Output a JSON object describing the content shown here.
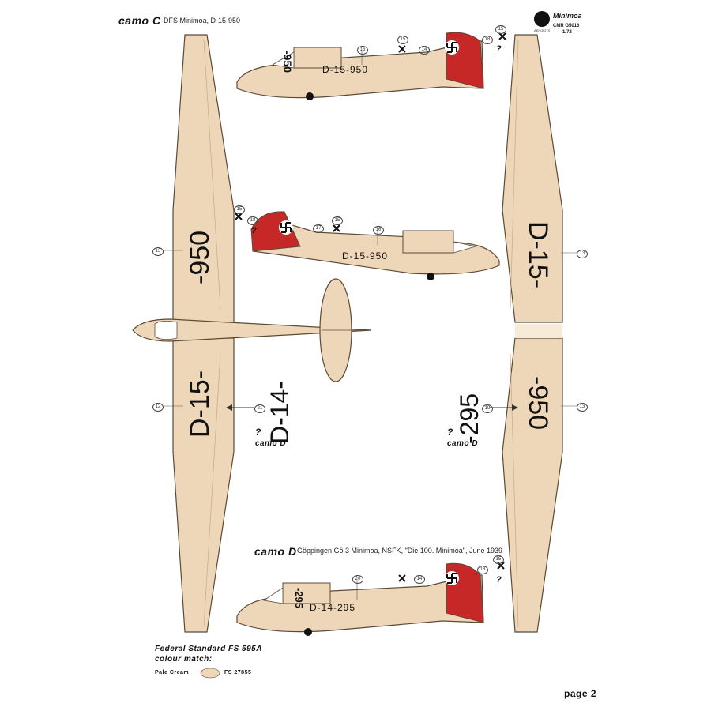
{
  "colors": {
    "cream": "#eed7b8",
    "cream_dark": "#c9ae8c",
    "outline": "#5c4a38",
    "red": "#c62828",
    "black": "#111111"
  },
  "header": {
    "camo_c": "camo C",
    "camo_c_desc": "DFS Minimoa, D-15-950",
    "brand_name": "Minimoa",
    "brand_code": "CMR G5016",
    "brand_scale": "1/72",
    "brand_sub": "AEROKITS"
  },
  "camo_d": {
    "label": "camo D",
    "desc": "Göppingen Gö 3 Minimoa, NSFK, \"Die 100. Minimoa\", June 1939"
  },
  "regs": {
    "c_fuselage": "D-15-950",
    "c_fin": "-950",
    "d_fuselage": "D-14-295",
    "d_fin": "-295",
    "left_wing_upper": "-950",
    "left_wing_lower": "D-15-",
    "right_wing_upper": "D-15-",
    "right_wing_lower": "-950",
    "alt_left": "D-14-",
    "alt_right": "-295"
  },
  "markers": {
    "q": "?",
    "camo_d_small": "camo D",
    "n12": "12",
    "n13": "13",
    "n14": "14",
    "n15": "15",
    "n16": "16",
    "n17": "17",
    "n18": "18",
    "n19": "19",
    "n20": "20",
    "n21": "21"
  },
  "legend": {
    "title_line1": "Federal Standard FS 595A",
    "title_line2": "colour match:",
    "item_name": "Pale Cream",
    "item_dash": "-",
    "item_code": "FS 27855"
  },
  "footer": {
    "page": "page 2"
  }
}
